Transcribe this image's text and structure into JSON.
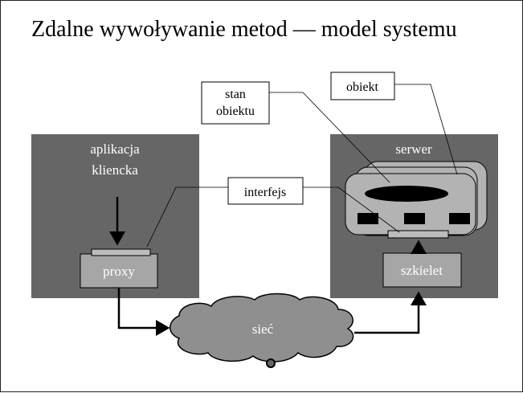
{
  "title": "Zdalne wywoływanie metod — model systemu",
  "labels": {
    "client_line1": "aplikacja",
    "client_line2": "kliencka",
    "server": "serwer",
    "proxy": "proxy",
    "skeleton": "szkielet",
    "network": "sieć",
    "interface": "interfejs",
    "object": "obiekt",
    "state_line1": "stan",
    "state_line2": "obiektu"
  },
  "colors": {
    "panel": "#666666",
    "box": "#a6a6a6",
    "object_fill": "#b3b3b3",
    "cloud": "#8f8f8f",
    "black": "#000000"
  }
}
